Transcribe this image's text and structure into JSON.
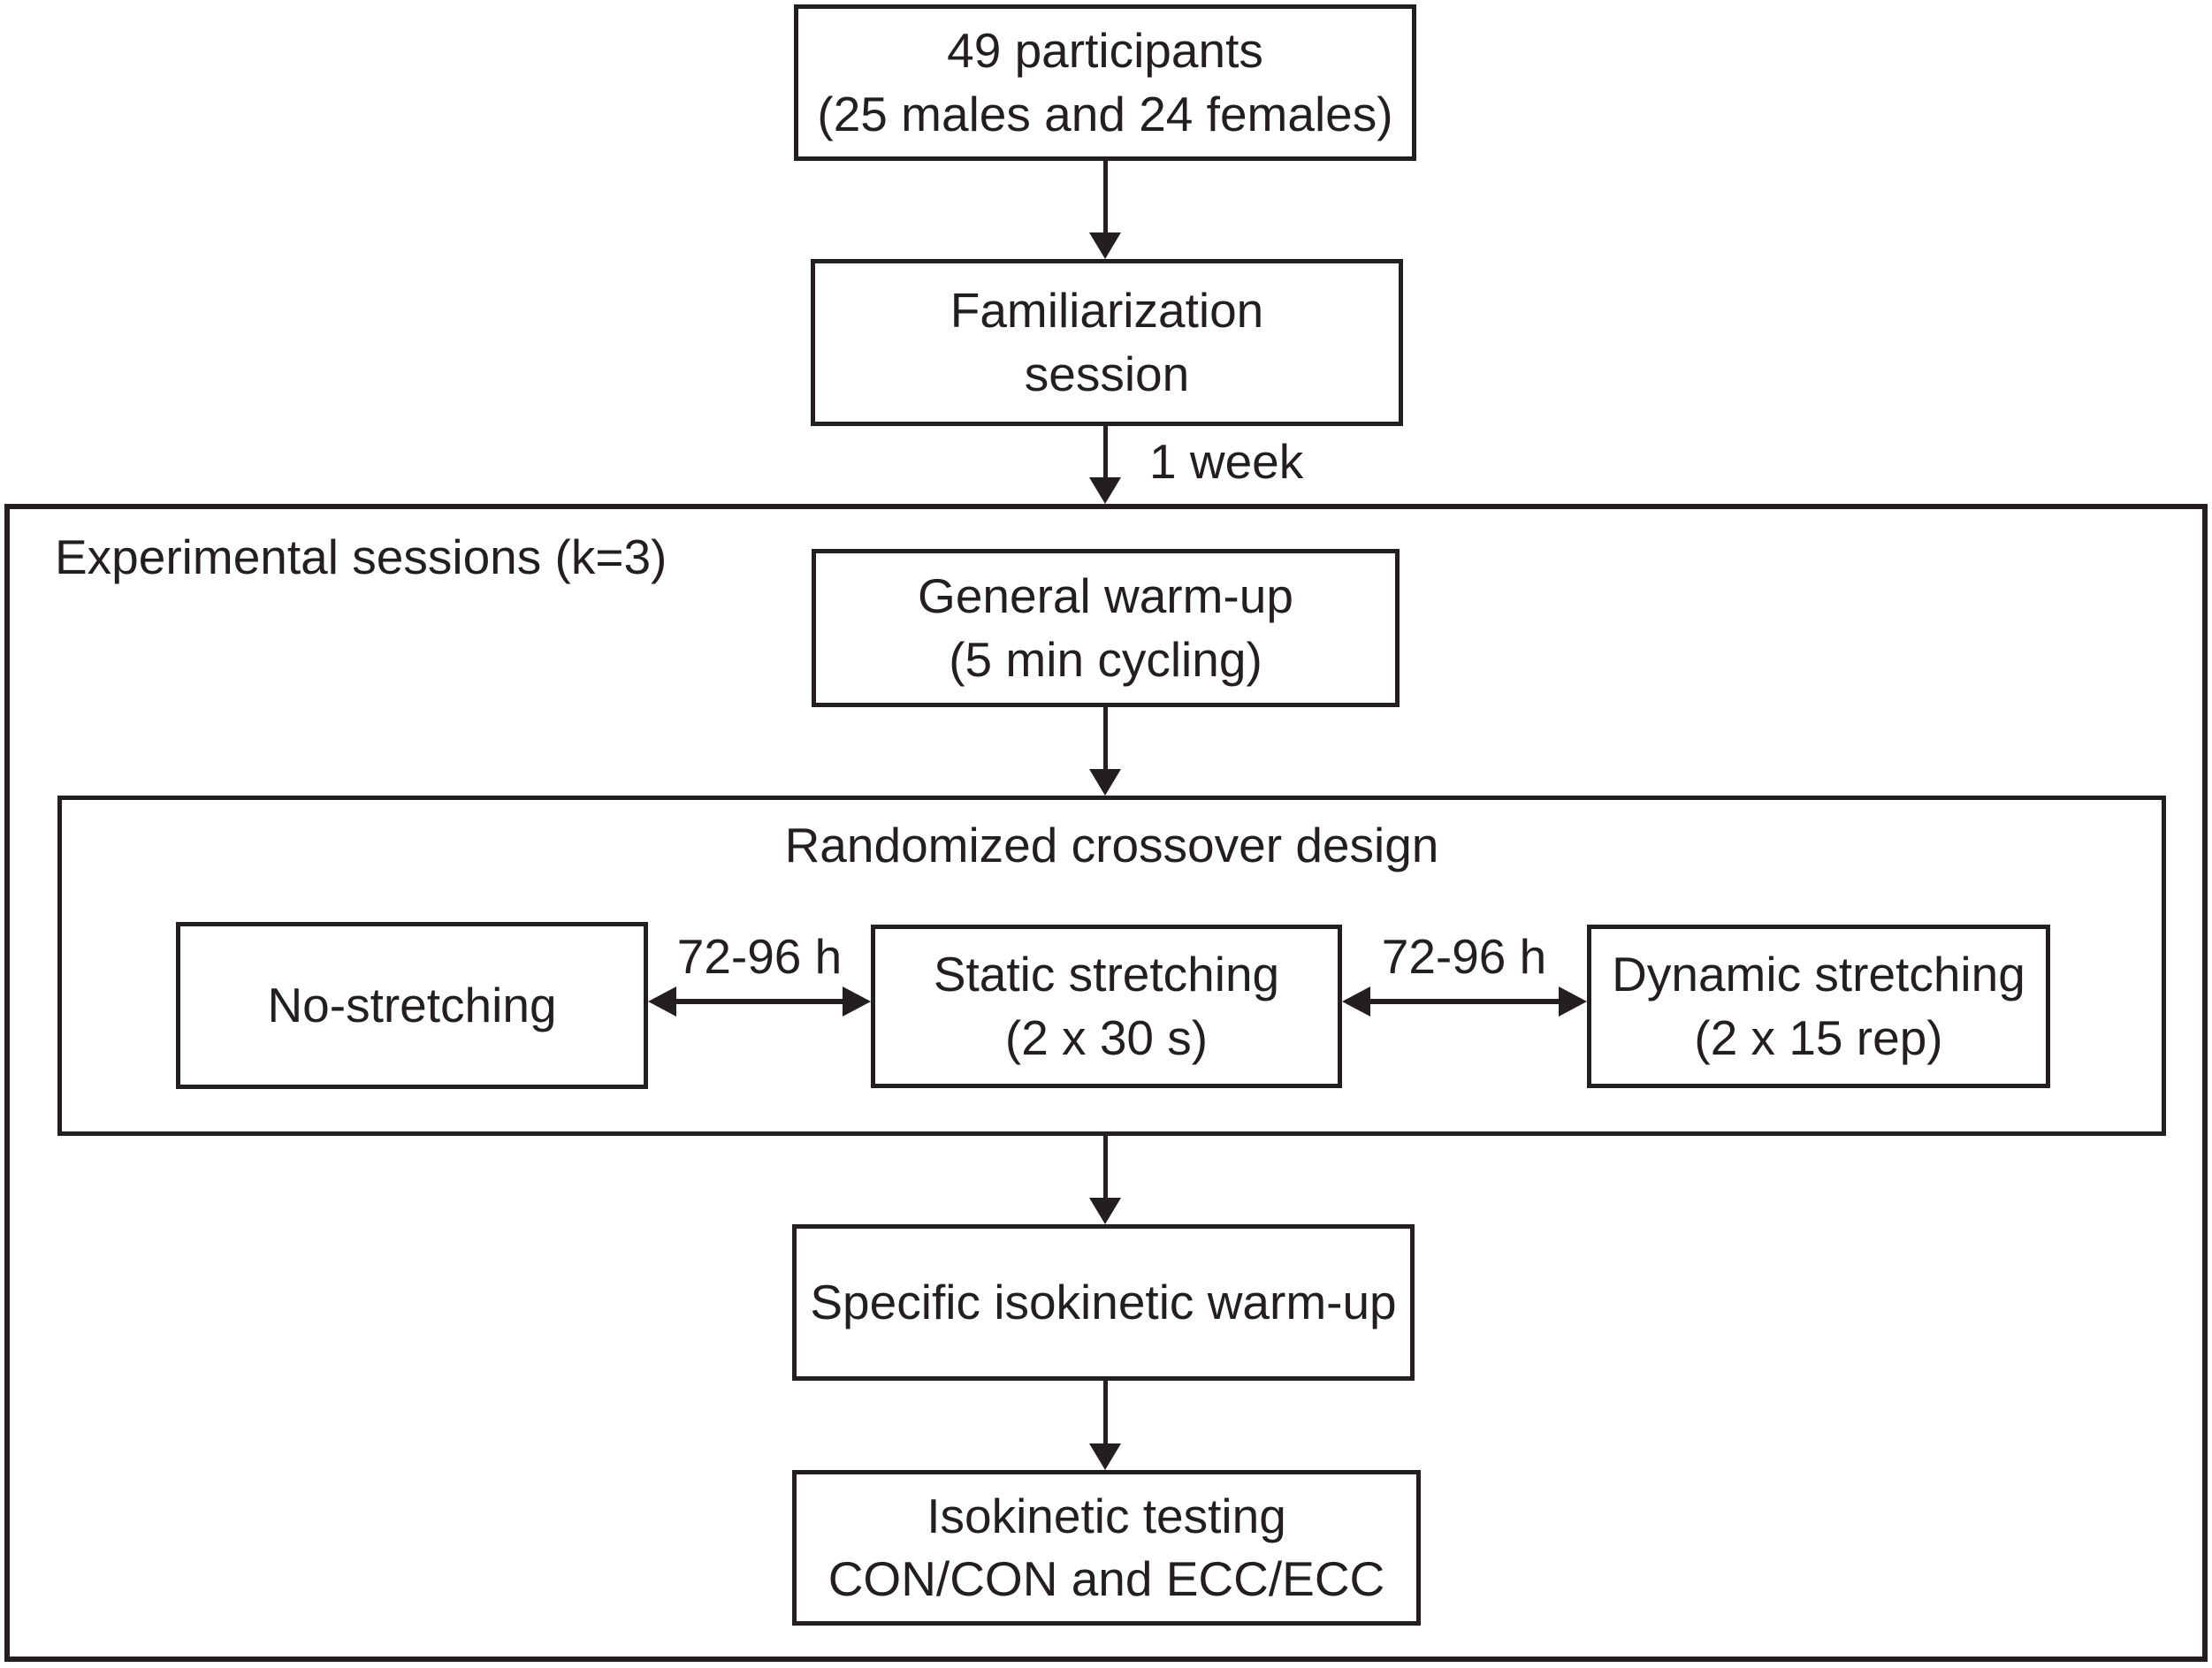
{
  "colors": {
    "ink": "#231f20",
    "paper": "#ffffff"
  },
  "flow": {
    "participants": {
      "line1": "49 participants",
      "line2": "(25 males and 24 females)"
    },
    "familiarization": {
      "line1": "Familiarization",
      "line2": "session"
    },
    "week_label": "1 week",
    "experimental": {
      "label": "Experimental sessions (k=3)"
    },
    "general_warmup": {
      "line1": "General warm-up",
      "line2": "(5 min cycling)"
    },
    "crossover": {
      "title": "Randomized crossover design",
      "no_stretching": {
        "line1": "No-stretching"
      },
      "static_stretching": {
        "line1": "Static stretching",
        "line2": "(2 x 30 s)"
      },
      "dynamic_stretching": {
        "line1": "Dynamic stretching",
        "line2": "(2 x 15 rep)"
      },
      "interval_left": "72-96 h",
      "interval_right": "72-96 h"
    },
    "specific_warmup": {
      "line1": "Specific isokinetic warm-up"
    },
    "isokinetic_testing": {
      "line1": "Isokinetic testing",
      "line2": "CON/CON and ECC/ECC"
    }
  }
}
